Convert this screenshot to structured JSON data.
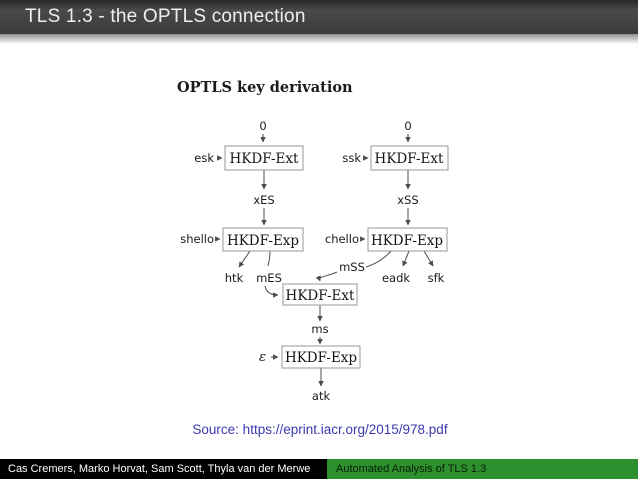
{
  "colors": {
    "title_bar": "#3e3e3e",
    "title_text": "#efefef",
    "footer_left_bg": "#000000",
    "footer_left_text": "#ffffff",
    "footer_right_bg": "#2e8f2e",
    "footer_right_text": "#062006",
    "source_link": "#3a3ab0",
    "diagram_text": "#1a1a1a",
    "diagram_box_border": "#979797",
    "diagram_arrow": "#4c4c4c"
  },
  "header": {
    "title": "TLS 1.3 - the OPTLS connection"
  },
  "diagram": {
    "heading": "OPTLS key derivation",
    "labels": {
      "zero_left": "0",
      "zero_right": "0",
      "esk": "esk",
      "ssk": "ssk",
      "hkdf_ext_left": "HKDF-Ext",
      "hkdf_ext_right": "HKDF-Ext",
      "hkdf_ext_mid": "HKDF-Ext",
      "hkdf_exp_left": "HKDF-Exp",
      "hkdf_exp_right": "HKDF-Exp",
      "hkdf_exp_bottom": "HKDF-Exp",
      "xes": "xES",
      "xss": "xSS",
      "shello": "shello",
      "chello": "chello",
      "htk": "htk",
      "mes": "mES",
      "mss": "mSS",
      "eadk": "eadk",
      "sfk": "sfk",
      "ms": "ms",
      "epsilon": "ε",
      "atk": "atk"
    }
  },
  "source": {
    "text": "Source: https://eprint.iacr.org/2015/978.pdf"
  },
  "footer": {
    "authors": "Cas Cremers, Marko Horvat, Sam Scott, Thyla van der Merwe",
    "presentation_title": "Automated Analysis of TLS 1.3"
  }
}
